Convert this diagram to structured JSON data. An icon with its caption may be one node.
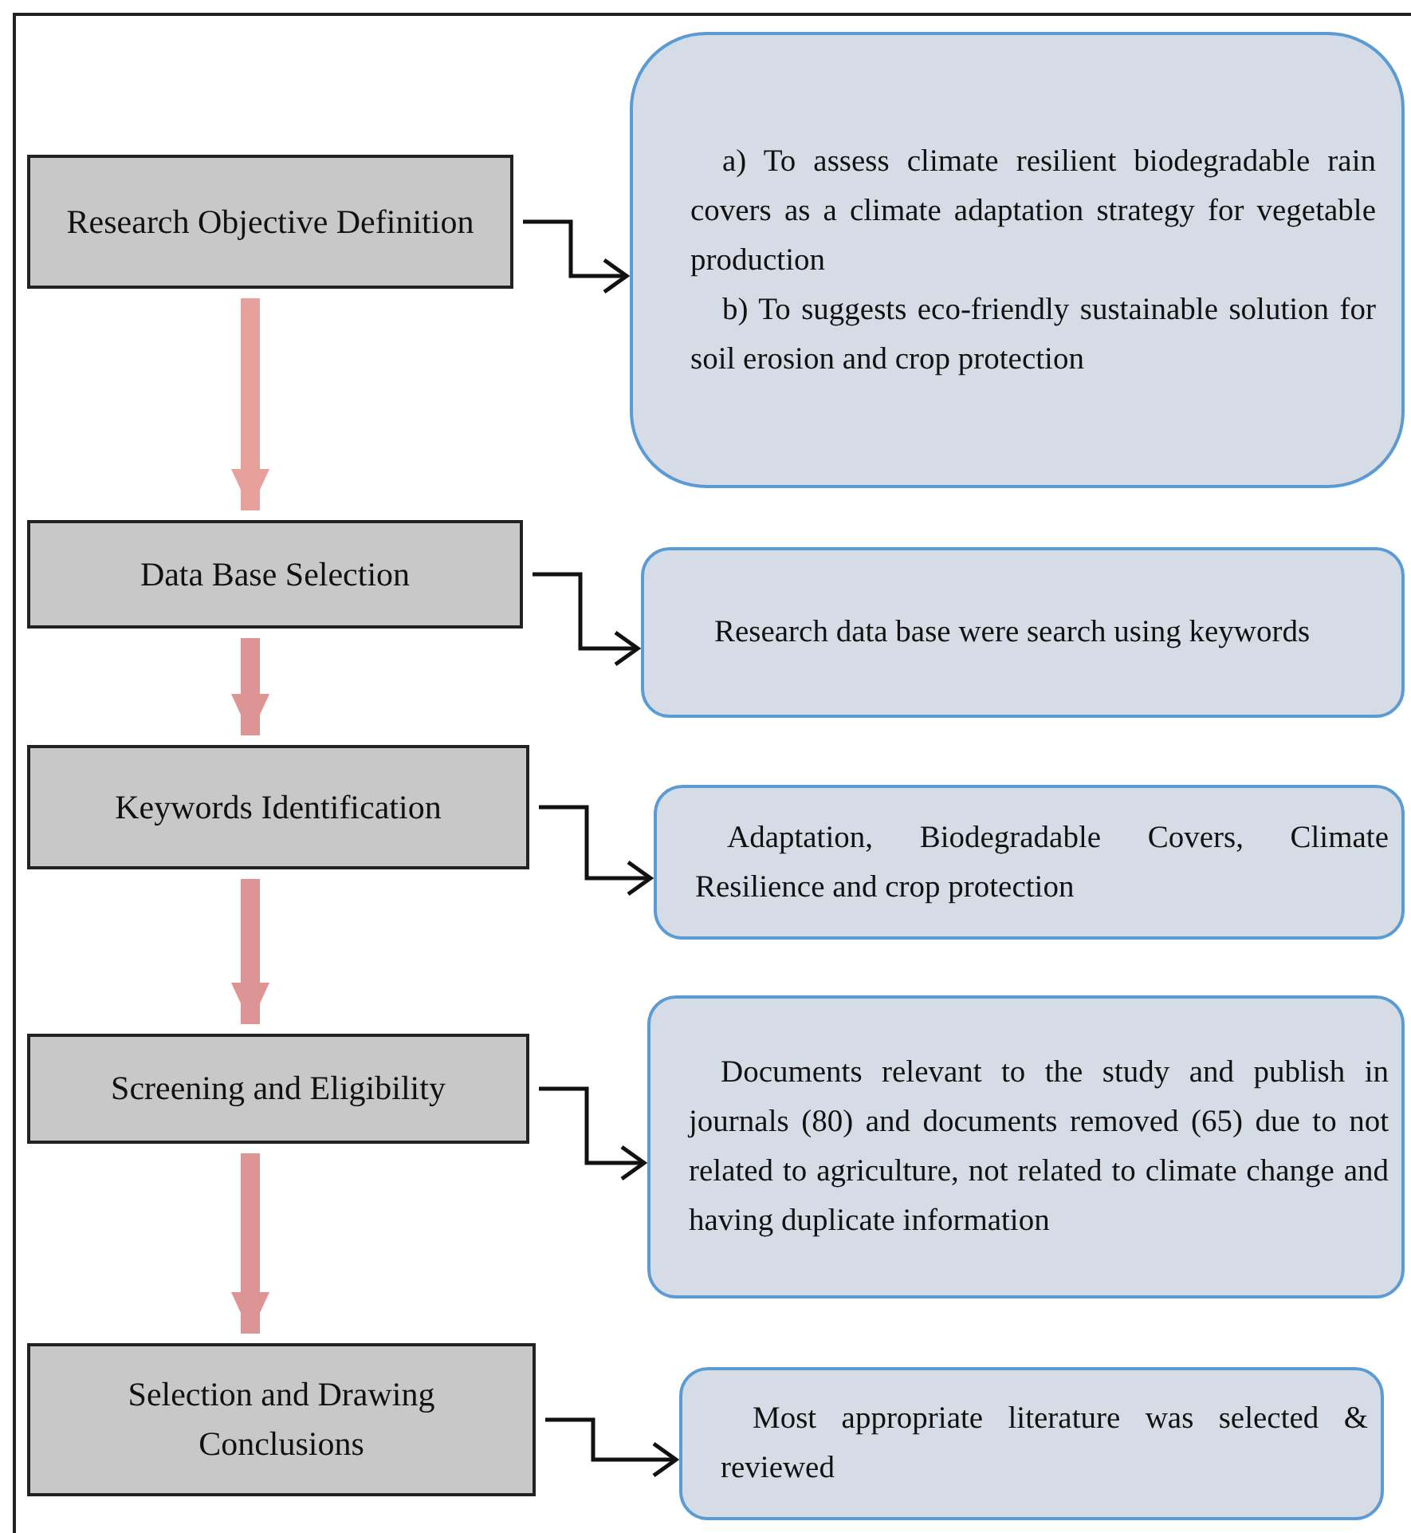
{
  "diagram": {
    "nodes": [
      {
        "text": [
          "Research Objective Definition"
        ]
      },
      {
        "text": [
          "a) To assess climate resilient biodegradable rain covers as a climate adaptation strategy for vegetable production",
          "b) To suggests eco-friendly sustainable solution for soil erosion and crop protection"
        ]
      },
      {
        "text": [
          "Data Base Selection"
        ]
      },
      {
        "text": [
          "Research data base were search using keywords"
        ]
      },
      {
        "text": [
          "Keywords Identification"
        ]
      },
      {
        "text": [
          "Adaptation, Biodegradable Covers, Climate Resilience and crop protection"
        ]
      },
      {
        "text": [
          "Screening and Eligibility"
        ]
      },
      {
        "text": [
          "Documents relevant to the study and publish in journals (80) and documents removed (65) due to not related to agriculture, not related to climate change and having duplicate information"
        ]
      },
      {
        "text": [
          "Selection and Drawing Conclusions"
        ]
      },
      {
        "text": [
          "Most appropriate literature was selected & reviewed"
        ]
      }
    ],
    "edges": [
      {
        "from": 0,
        "to": 1,
        "arrow": "to"
      },
      {
        "from": 0,
        "to": 2,
        "arrow": "to",
        "style": "thick",
        "color": "#e6a19c"
      },
      {
        "from": 2,
        "to": 3,
        "arrow": "to"
      },
      {
        "from": 2,
        "to": 4,
        "arrow": "to",
        "style": "thick",
        "color": "#dc9494"
      },
      {
        "from": 4,
        "to": 5,
        "arrow": "to"
      },
      {
        "from": 4,
        "to": 6,
        "arrow": "to",
        "style": "thick",
        "color": "#dc9494"
      },
      {
        "from": 6,
        "to": 7,
        "arrow": "to"
      },
      {
        "from": 6,
        "to": 8,
        "arrow": "to",
        "style": "thick",
        "color": "#dc9494"
      },
      {
        "from": 8,
        "to": 9,
        "arrow": "to"
      }
    ]
  }
}
